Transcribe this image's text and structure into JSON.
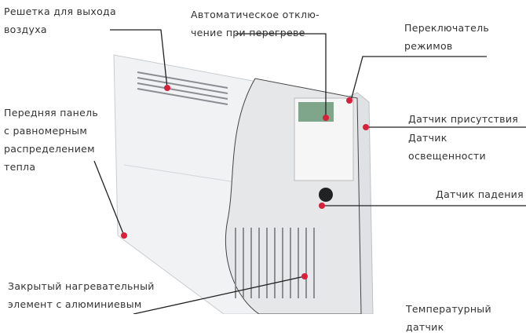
{
  "labels": {
    "grille": [
      "Решетка для выхода",
      "воздуха"
    ],
    "overheat": [
      "Автоматическое отклю-",
      "чение при перегреве"
    ],
    "mode_switch": [
      "Переключатель",
      "режимов"
    ],
    "presence": "Датчик присутствия",
    "light": "Датчик освещенности",
    "front_panel": [
      "Передняя панель",
      "с равномерным",
      "распределением",
      "тепла"
    ],
    "fall": "Датчик падения",
    "heating_element": [
      "Закрытый нагревательный",
      "элемент с алюминиевым"
    ],
    "temp_sensor": "Температурный датчик"
  },
  "colors": {
    "dot": "#d8203a",
    "line": "#222222"
  }
}
